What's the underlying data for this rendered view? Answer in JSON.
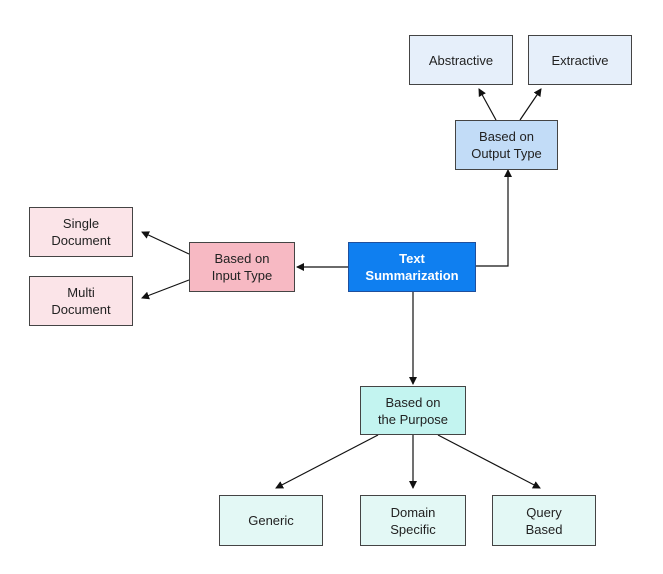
{
  "colors": {
    "root": "#0f7ff0",
    "output": "#c2dcf7",
    "output_children": "#e6effa",
    "input": "#f7b9c3",
    "input_children": "#fbe4e8",
    "purpose": "#c3f4f0",
    "purpose_children": "#e3f8f5",
    "arrow": "#111111"
  },
  "nodes": {
    "root": "Text\nSummarization",
    "output_type": "Based on\nOutput Type",
    "abstractive": "Abstractive",
    "extractive": "Extractive",
    "input_type": "Based on\nInput Type",
    "single_document": "Single\nDocument",
    "multi_document": "Multi\nDocument",
    "purpose": "Based on\nthe Purpose",
    "generic": "Generic",
    "domain_specific": "Domain\nSpecific",
    "query_based": "Query\nBased"
  }
}
